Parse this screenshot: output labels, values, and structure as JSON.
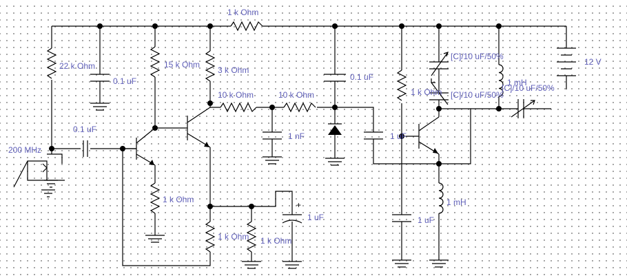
{
  "colors": {
    "wire": "#000000",
    "label": "#5f5fb8",
    "grid_dot": "#8c8c8c"
  },
  "labels": {
    "r_top": "1 k Ohm",
    "r_bias1": "22 k Ohm",
    "c_dec1": "0.1 uF",
    "r_bias2": "15 k Ohm",
    "r_coll": "3 k Ohm",
    "c_dec2": "0.1 uF",
    "r_osc_bias": "1 k Ohm",
    "c_var1": "[C]/10 uF/50%",
    "c_var2": "[C]/10 uF/50%",
    "l_tank": "1 mH",
    "c_var3": "[C]/10 uF/50%",
    "batt": "12 V",
    "source": "200 MHz",
    "c_in": "0.1 uF",
    "r_f1": "10 k Ohm",
    "r_f2": "10 k Ohm",
    "c_f1": "1 nF",
    "c_couple": "1 uF",
    "r_emit1": "1 k Ohm",
    "r_emit2": "1 k Ohm",
    "r_emit3": "1 k Ohm",
    "c_elec": "1 uF",
    "l_choke": "1 mH",
    "c_byp": "1 uF"
  }
}
